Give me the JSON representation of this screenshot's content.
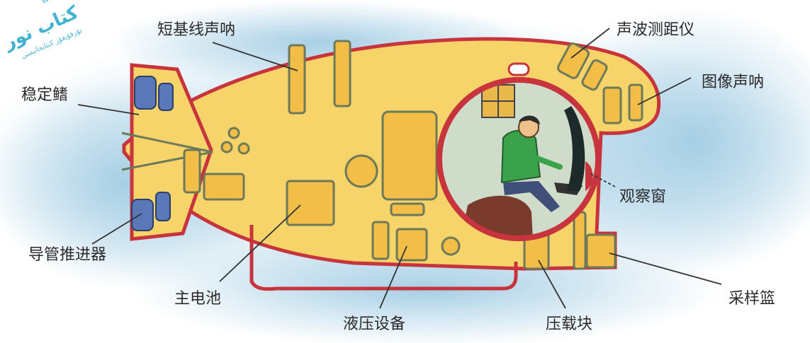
{
  "labels": {
    "short_baseline_sonar": "短基线声呐",
    "sonar_rangefinder": "声波测距仪",
    "stabilizer_fin": "稳定鳍",
    "image_sonar": "图像声呐",
    "observation_window": "观察窗",
    "ducted_thruster": "导管推进器",
    "main_battery": "主电池",
    "sampling_basket": "采样篮",
    "hydraulic_equipment": "液压设备",
    "ballast_block": "压载块"
  },
  "watermark": {
    "arabic_text": "كتاب نور",
    "sub_text": "نۇرقۇيغۇر كىتابخانىسى",
    "url": "www.uyg"
  },
  "colors": {
    "hull_fill": "#f7d46a",
    "hull_outline": "#c8343d",
    "inner_outline": "#6d7a5a",
    "water": "#b8d9ea",
    "line": "#333333"
  }
}
